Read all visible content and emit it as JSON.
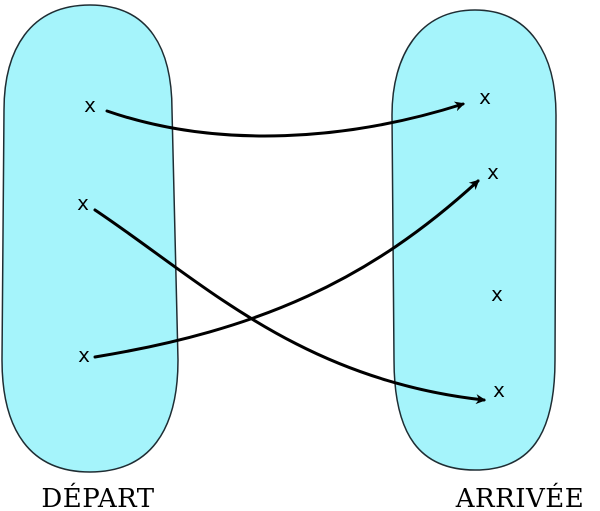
{
  "diagram": {
    "departure_set": {
      "label": "DÉPART",
      "elements": [
        "x",
        "x",
        "x"
      ]
    },
    "arrival_set": {
      "label": "ARRIVÉE",
      "elements": [
        "x",
        "x",
        "x",
        "x"
      ]
    },
    "mappings": [
      {
        "from": 0,
        "to": 0
      },
      {
        "from": 1,
        "to": 3
      },
      {
        "from": 2,
        "to": 1
      }
    ],
    "colors": {
      "set_fill": "#a5f4fb",
      "set_stroke": "#1f2d33",
      "arrow": "#000000"
    }
  }
}
